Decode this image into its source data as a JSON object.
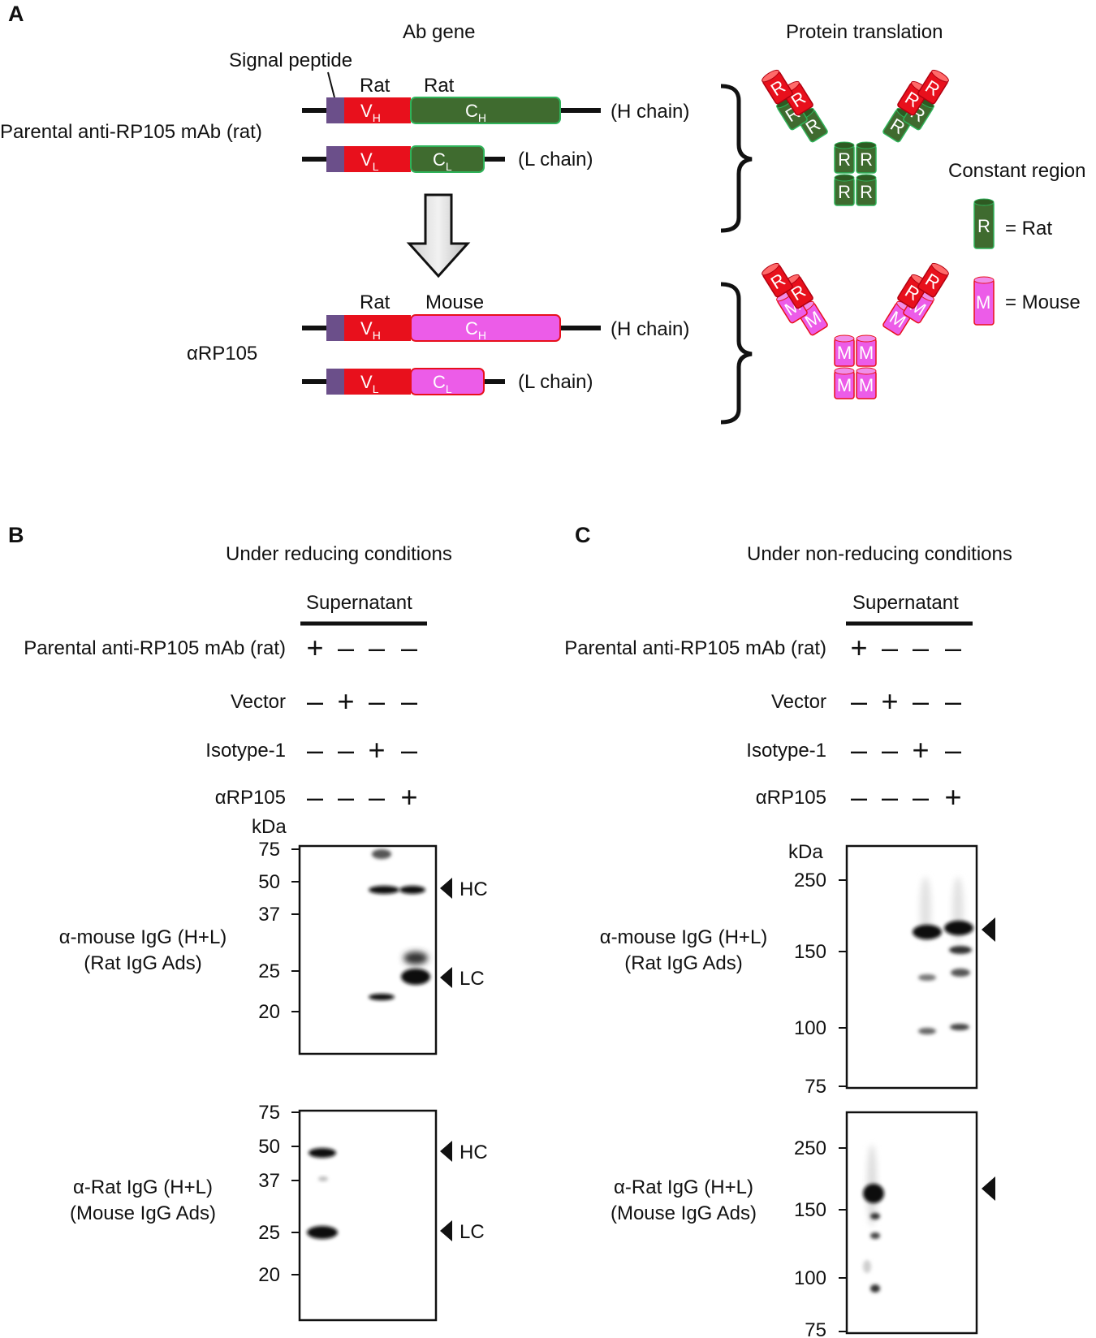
{
  "panels": {
    "a": "A",
    "b": "B",
    "c": "C"
  },
  "colors": {
    "rat": "#3f6b2f",
    "mouse": "#ec5ce8",
    "variable": "#e8101c",
    "signal": "#6b4f8a",
    "band": "#111111"
  },
  "panel_a": {
    "title_gene": "Ab gene",
    "title_protein": "Protein translation",
    "signal_peptide": "Signal peptide",
    "parental_label": "Parental anti-RP105 mAb (rat)",
    "arp_label": "αRP105",
    "rat": "Rat",
    "mouse": "Mouse",
    "vh": "V",
    "vh_sub": "H",
    "vl": "V",
    "vl_sub": "L",
    "ch": "C",
    "ch_sub": "H",
    "cl": "C",
    "cl_sub": "L",
    "h_chain": "(H chain)",
    "l_chain": "(L chain)",
    "legend_title": "Constant region",
    "legend_rat_glyph": "R",
    "legend_rat": "= Rat",
    "legend_mouse_glyph": "M",
    "legend_mouse": "= Mouse"
  },
  "panel_b": {
    "condition": "Under reducing conditions",
    "supernatant": "Supernatant",
    "rows": [
      {
        "label": "Parental anti-RP105 mAb (rat)",
        "marks": [
          "+",
          "–",
          "–",
          "–"
        ]
      },
      {
        "label": "Vector",
        "marks": [
          "–",
          "+",
          "–",
          "–"
        ]
      },
      {
        "label": "Isotype-1",
        "marks": [
          "–",
          "–",
          "+",
          "–"
        ]
      },
      {
        "label": "αRP105",
        "marks": [
          "–",
          "–",
          "–",
          "+"
        ]
      }
    ],
    "kda": "kDa",
    "blot1": {
      "label1": "α-mouse IgG (H+L)",
      "label2": "(Rat IgG Ads)",
      "ticks": [
        "75",
        "50",
        "37",
        "25",
        "20"
      ],
      "hc": "HC",
      "lc": "LC"
    },
    "blot2": {
      "label1": "α-Rat IgG (H+L)",
      "label2": "(Mouse IgG Ads)",
      "ticks": [
        "75",
        "50",
        "37",
        "25",
        "20"
      ],
      "hc": "HC",
      "lc": "LC"
    }
  },
  "panel_c": {
    "condition": "Under non-reducing conditions",
    "supernatant": "Supernatant",
    "rows": [
      {
        "label": "Parental anti-RP105 mAb (rat)",
        "marks": [
          "+",
          "–",
          "–",
          "–"
        ]
      },
      {
        "label": "Vector",
        "marks": [
          "–",
          "+",
          "–",
          "–"
        ]
      },
      {
        "label": "Isotype-1",
        "marks": [
          "–",
          "–",
          "+",
          "–"
        ]
      },
      {
        "label": "αRP105",
        "marks": [
          "–",
          "–",
          "–",
          "+"
        ]
      }
    ],
    "kda": "kDa",
    "blot1": {
      "label1": "α-mouse IgG (H+L)",
      "label2": "(Rat IgG Ads)",
      "ticks": [
        "250",
        "150",
        "100",
        "75"
      ]
    },
    "blot2": {
      "label1": "α-Rat IgG (H+L)",
      "label2": "(Mouse IgG Ads)",
      "ticks": [
        "250",
        "150",
        "100",
        "75"
      ]
    }
  }
}
